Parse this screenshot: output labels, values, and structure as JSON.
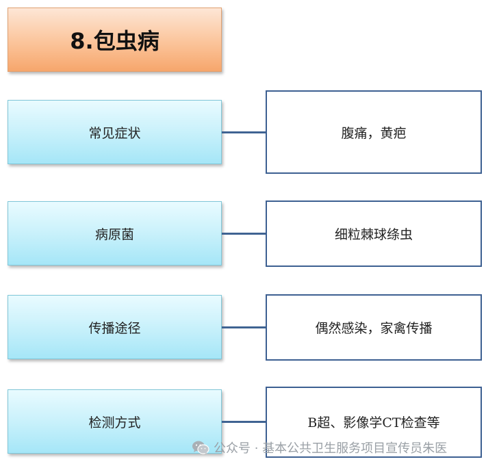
{
  "title": "8.包虫病",
  "rows": [
    {
      "label": "常见症状",
      "value": "腹痛，黄疤"
    },
    {
      "label": "病原菌",
      "value": "细粒棘球绦虫"
    },
    {
      "label": "传播途径",
      "value": "偶然感染，家禽传播"
    },
    {
      "label": "检测方式",
      "value": "B超、影像学CT检查等"
    }
  ],
  "watermark": {
    "icon": "wechat-icon",
    "text": "公众号 · 基本公共卫生服务项目宣传员朱医"
  }
}
